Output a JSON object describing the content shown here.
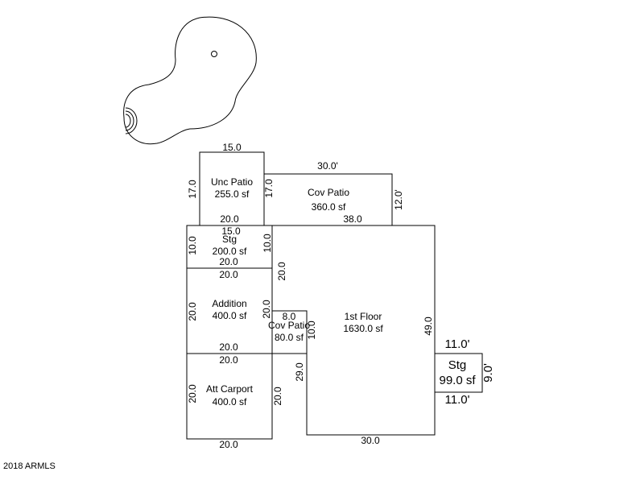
{
  "diagram": {
    "areas": [
      {
        "id": "unc-patio",
        "name": "Unc Patio",
        "area": "255.0 sf"
      },
      {
        "id": "cov-patio-top",
        "name": "Cov Patio",
        "area": "360.0 sf"
      },
      {
        "id": "stg-left",
        "name": "Stg",
        "area": "200.0 sf"
      },
      {
        "id": "addition",
        "name": "Addition",
        "area": "400.0 sf"
      },
      {
        "id": "cov-patio-small",
        "name": "Cov Patio",
        "area": "80.0 sf"
      },
      {
        "id": "first-floor",
        "name": "1st Floor",
        "area": "1630.0 sf"
      },
      {
        "id": "att-carport",
        "name": "Att Carport",
        "area": "400.0 sf"
      },
      {
        "id": "stg-right",
        "name": "Stg",
        "area": "99.0 sf"
      }
    ],
    "dimensions": {
      "unc_top": "15.0",
      "unc_left": "17.0",
      "unc_right": "17.0",
      "unc_bottom": "20.0",
      "cov_top": "30.0'",
      "cov_right": "12.0'",
      "main_top": "38.0",
      "stg_top": "15.0",
      "stg_left": "10.0",
      "stg_right": "10.0",
      "stg_bottom": "20.0",
      "add_top": "20.0",
      "add_left": "20.0",
      "add_right": "20.0",
      "add_bottom": "20.0",
      "ff_left_upper": "20.0",
      "small_top": "8.0",
      "small_right": "10.0",
      "ff_right": "49.0",
      "carport_top": "20.0",
      "carport_left": "20.0",
      "carport_right": "20.0",
      "carport_bottom": "20.0",
      "ff_left_lower": "29.0",
      "ff_bottom": "30.0",
      "stg_r_top": "11.0'",
      "stg_r_right": "9.0'",
      "stg_r_bottom": "11.0'"
    },
    "watermark": "2018 ARMLS"
  }
}
